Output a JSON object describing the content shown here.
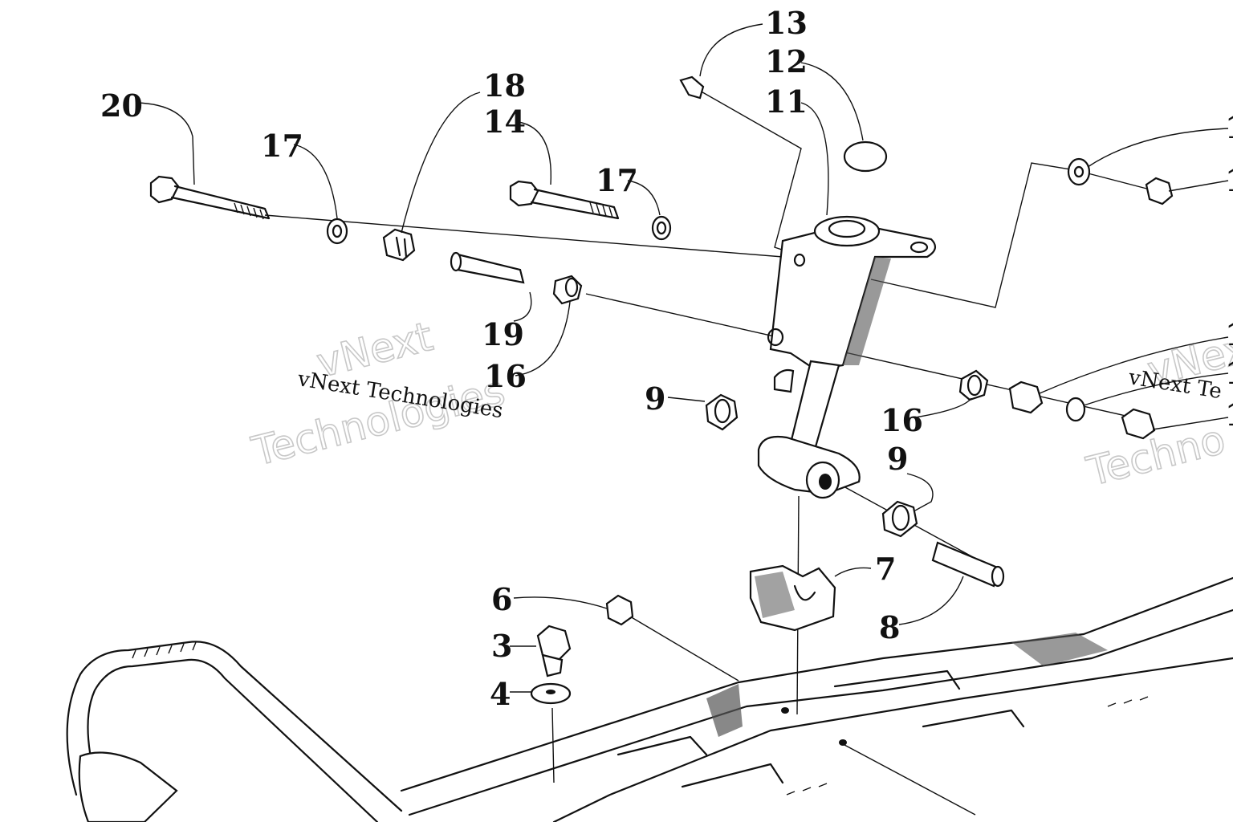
{
  "diagram": {
    "callouts": [
      {
        "id": "c20",
        "text": "20"
      },
      {
        "id": "c17a",
        "text": "17"
      },
      {
        "id": "c18",
        "text": "18"
      },
      {
        "id": "c14",
        "text": "14"
      },
      {
        "id": "c17b",
        "text": "17"
      },
      {
        "id": "c13",
        "text": "13"
      },
      {
        "id": "c12",
        "text": "12"
      },
      {
        "id": "c11",
        "text": "11"
      },
      {
        "id": "c1a",
        "text": "1"
      },
      {
        "id": "c1b",
        "text": "1"
      },
      {
        "id": "c19",
        "text": "19"
      },
      {
        "id": "c16a",
        "text": "16"
      },
      {
        "id": "c9a",
        "text": "9"
      },
      {
        "id": "c16b",
        "text": "16"
      },
      {
        "id": "c1c",
        "text": "1"
      },
      {
        "id": "c1d",
        "text": "1"
      },
      {
        "id": "c1e",
        "text": "1"
      },
      {
        "id": "c9b",
        "text": "9"
      },
      {
        "id": "c7",
        "text": "7"
      },
      {
        "id": "c8",
        "text": "8"
      },
      {
        "id": "c6",
        "text": "6"
      },
      {
        "id": "c3",
        "text": "3"
      },
      {
        "id": "c4",
        "text": "4"
      }
    ],
    "watermark": {
      "line1": "vNext",
      "line2": "Technologies",
      "caption": "vNext Technologies"
    },
    "watermark_right": {
      "line1": "vNext",
      "line2": "Techno",
      "caption": "vNext Te"
    }
  }
}
